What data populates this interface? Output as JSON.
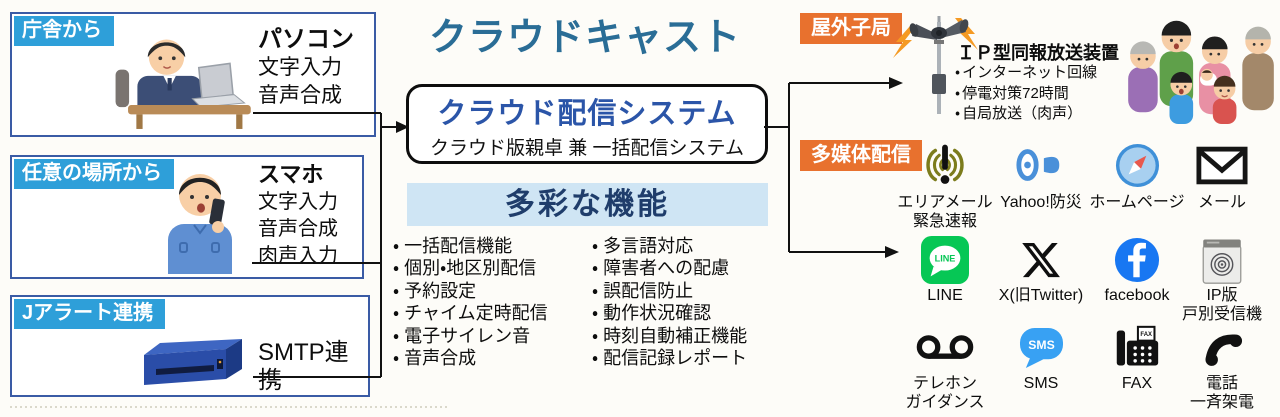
{
  "title": "クラウドキャスト",
  "colors": {
    "label-blue": "#2E9FD9",
    "box-border": "#3A5BA5",
    "title-teal": "#2A6D96",
    "system-blue": "#2B55A8",
    "features-bg": "#CFE5F4",
    "features-text": "#1F3D6B",
    "label-orange": "#E8712E",
    "line-green": "#06C755",
    "facebook-blue": "#1877F2",
    "sms-blue": "#38A1F3",
    "yahoo-blue": "#4A90D9",
    "compass-blue": "#3F90D8"
  },
  "sources": [
    {
      "tag": "庁舎から",
      "device": "パソコン",
      "features": [
        "文字入力",
        "音声合成"
      ],
      "illustration": "clerk-at-laptop"
    },
    {
      "tag": "任意の場所から",
      "device": "スマホ",
      "features": [
        "文字入力",
        "音声合成",
        "肉声入力"
      ],
      "illustration": "person-with-smartphone"
    },
    {
      "tag": "Jアラート連携",
      "device": "",
      "features": [
        "SMTP連携"
      ],
      "illustration": "jalert-receiver-unit"
    }
  ],
  "system_box": {
    "title": "クラウド配信システム",
    "subtitle": "クラウド版親卓 兼 一括配信システム"
  },
  "features": {
    "header": "多彩な機能",
    "left": [
      "一括配信機能",
      "個別・地区別配信",
      "予約設定",
      "チャイム定時配信",
      "電子サイレン音",
      "音声合成"
    ],
    "right": [
      "多言語対応",
      "障害者への配慮",
      "誤配信防止",
      "動作状況確認",
      "時刻自動補正機能",
      "配信記録レポート"
    ]
  },
  "outdoor": {
    "tag": "屋外子局",
    "device_title": "ＩＰ型同報放送装置",
    "bullets": [
      "インターネット回線",
      "停電対策72時間",
      "自局放送（肉声）"
    ],
    "illustrations": [
      "outdoor-speaker-pole",
      "family-crowd"
    ]
  },
  "multimedia": {
    "tag": "多媒体配信",
    "channels": [
      {
        "icon": "area-mail-alert-icon",
        "label": "エリアメール\n緊急速報"
      },
      {
        "icon": "megaphone-icon",
        "label": "Yahoo!防災"
      },
      {
        "icon": "compass-icon",
        "label": "ホームページ"
      },
      {
        "icon": "envelope-icon",
        "label": "メール"
      },
      {
        "icon": "line-icon",
        "label": "LINE"
      },
      {
        "icon": "x-twitter-icon",
        "label": "X(旧Twitter)"
      },
      {
        "icon": "facebook-icon",
        "label": "facebook"
      },
      {
        "icon": "ip-receiver-icon",
        "label": "IP版\n戸別受信機"
      },
      {
        "icon": "voicemail-icon",
        "label": "テレホン\nガイダンス"
      },
      {
        "icon": "sms-bubble-icon",
        "label": "SMS"
      },
      {
        "icon": "fax-icon",
        "label": "FAX"
      },
      {
        "icon": "phone-handset-icon",
        "label": "電話\n一斉架電"
      }
    ]
  }
}
